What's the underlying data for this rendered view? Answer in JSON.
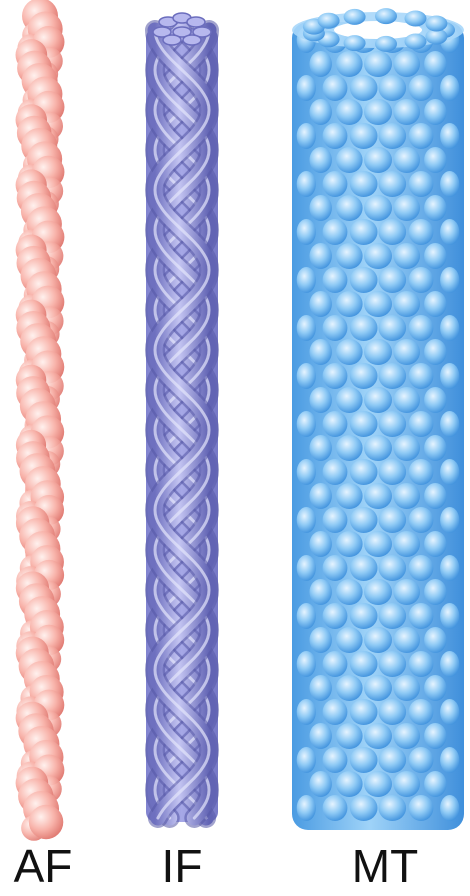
{
  "labels": {
    "af": "AF",
    "if": "IF",
    "mt": "MT"
  },
  "colors": {
    "actin": "#f4a29a",
    "actin_light": "#ffe3de",
    "actin_dark": "#e27a72",
    "intermediate": "#8d8fd8",
    "intermediate_light": "#d6d7f7",
    "intermediate_dark": "#5c5eaa",
    "microtubule": "#5aaaea",
    "microtubule_light": "#dff0ff",
    "microtubule_dark": "#2f7fcf",
    "label_text": "#111111"
  }
}
